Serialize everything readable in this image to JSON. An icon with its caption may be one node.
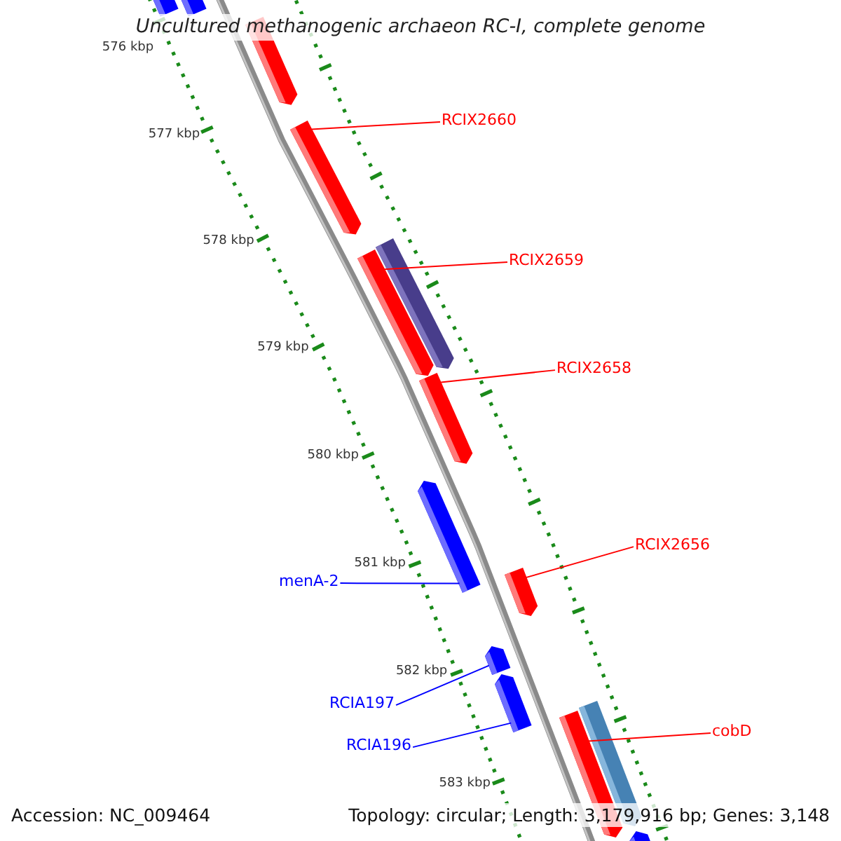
{
  "diagram": {
    "title": "Uncultured methanogenic archaeon RC-I, complete genome",
    "nodes": [
      {
        "text": [],
        "shape": "bar"
      },
      {
        "text": [],
        "shape": "bar"
      },
      {
        "text": [],
        "shape": "bar"
      },
      {
        "text": [
          "RCIX2660"
        ]
      },
      {
        "text": [],
        "shape": "bar"
      },
      {
        "text": [
          "RCIX2659"
        ]
      },
      {
        "text": [],
        "shape": "bar"
      },
      {
        "text": [],
        "shape": "bar"
      },
      {
        "text": [
          "RCIX2658"
        ]
      },
      {
        "text": [],
        "shape": "bar"
      },
      {
        "text": [],
        "shape": "bar"
      },
      {
        "text": [
          "RCIX2656"
        ]
      },
      {
        "text": [
          "menA-2"
        ]
      },
      {
        "text": [],
        "shape": "bar"
      },
      {
        "text": [],
        "shape": "bar"
      },
      {
        "text": [
          "RCIA197"
        ]
      },
      {
        "text": [],
        "shape": "bar"
      },
      {
        "text": [
          "RCIA196"
        ]
      },
      {
        "text": [
          "cobD"
        ]
      },
      {
        "text": [],
        "shape": "bar"
      },
      {
        "text": [],
        "shape": "bar"
      },
      {
        "text": [],
        "shape": "bar"
      }
    ],
    "edges": [
      {
        "from": 3,
        "to": 4,
        "arrow": "none"
      },
      {
        "from": 5,
        "to": 6,
        "arrow": "none"
      },
      {
        "from": 8,
        "to": 9,
        "arrow": "none"
      },
      {
        "from": 11,
        "to": 13,
        "arrow": "none"
      },
      {
        "from": 12,
        "to": 10,
        "arrow": "none",
        "color": "#0000ff"
      },
      {
        "from": 15,
        "to": 14,
        "arrow": "none",
        "color": "#0000ff"
      },
      {
        "from": 17,
        "to": 16,
        "arrow": "none",
        "color": "#0000ff"
      },
      {
        "from": 18,
        "to": 19,
        "arrow": "none"
      }
    ],
    "labels": [
      "576 kbp",
      "577 kbp",
      "578 kbp",
      "579 kbp",
      "580 kbp",
      "581 kbp",
      "582 kbp",
      "583 kbp",
      "Accession: NC_009464",
      "Topology: circular; Length: 3,179,916 bp; Genes: 3,148"
    ]
  }
}
